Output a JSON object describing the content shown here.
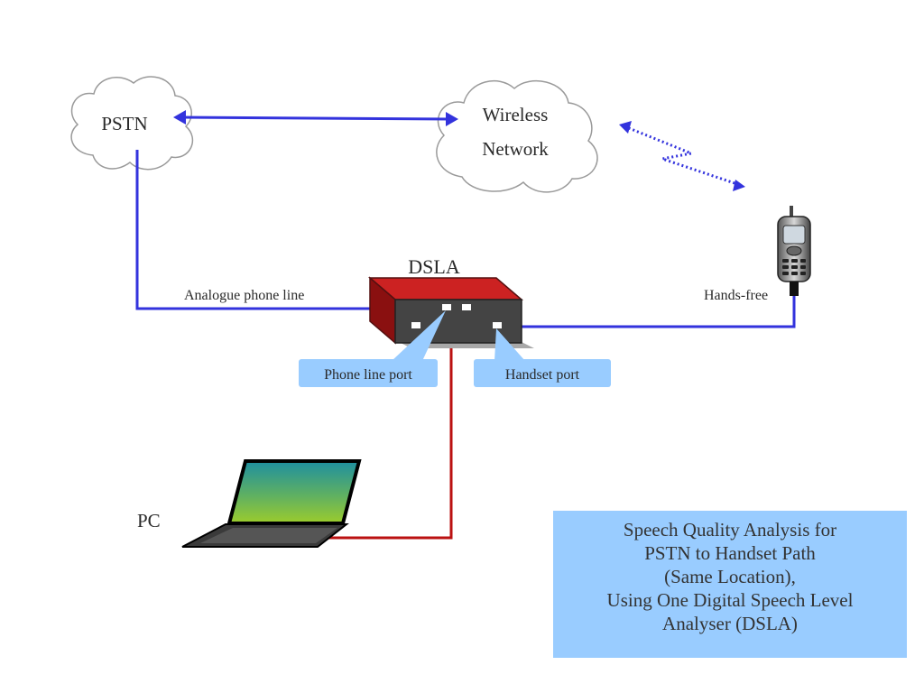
{
  "clouds": {
    "pstn": "PSTN",
    "wireless_line1": "Wireless",
    "wireless_line2": "Network"
  },
  "device": {
    "label": "DSLA"
  },
  "line_labels": {
    "analogue": "Analogue phone line",
    "hands_free": "Hands-free"
  },
  "callouts": {
    "phone_line_port": "Phone line port",
    "handset_port": "Handset port"
  },
  "pc": {
    "label": "PC"
  },
  "caption": {
    "lines": [
      "Speech Quality Analysis for",
      "PSTN to Handset Path",
      "(Same Location),",
      "Using One Digital Speech Level",
      "Analyser (DSLA)"
    ]
  },
  "colors": {
    "blue_link": "#3333dd",
    "red_link": "#bb1111",
    "dsla_red": "#cc2222",
    "callout_blue": "#99ccff"
  }
}
